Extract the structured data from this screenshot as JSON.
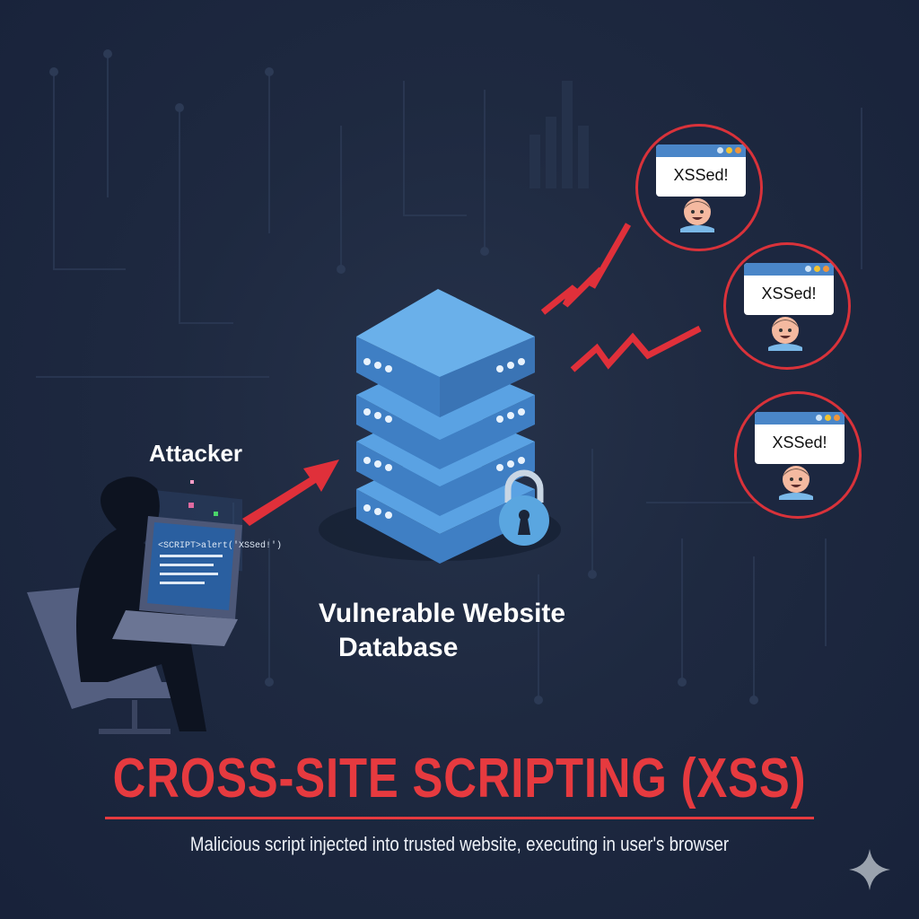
{
  "labels": {
    "attacker": "Attacker",
    "database_line1": "Vulnerable Website",
    "database_line2": "Database"
  },
  "title": "CROSS-SITE SCRIPTING (XSS)",
  "subtitle": "Malicious script injected into trusted website, executing in user's browser",
  "laptop_screen_text": "<SCRIPT>alert('XSSed!')",
  "victims": [
    {
      "popup_text": "XSSed!"
    },
    {
      "popup_text": "XSSed!"
    },
    {
      "popup_text": "XSSed!"
    }
  ],
  "colors": {
    "background": "#1e2940",
    "accent_red": "#e63a3f",
    "server_blue": "#4a90d9",
    "window_bar": "#4a86c8",
    "dot_colors": [
      "#cfe3f5",
      "#f2c230",
      "#f0943a"
    ]
  },
  "icons": [
    "hacker-figure",
    "laptop",
    "server-stack",
    "padlock",
    "lightning-arrow",
    "browser-window",
    "user-face",
    "sparkle"
  ]
}
